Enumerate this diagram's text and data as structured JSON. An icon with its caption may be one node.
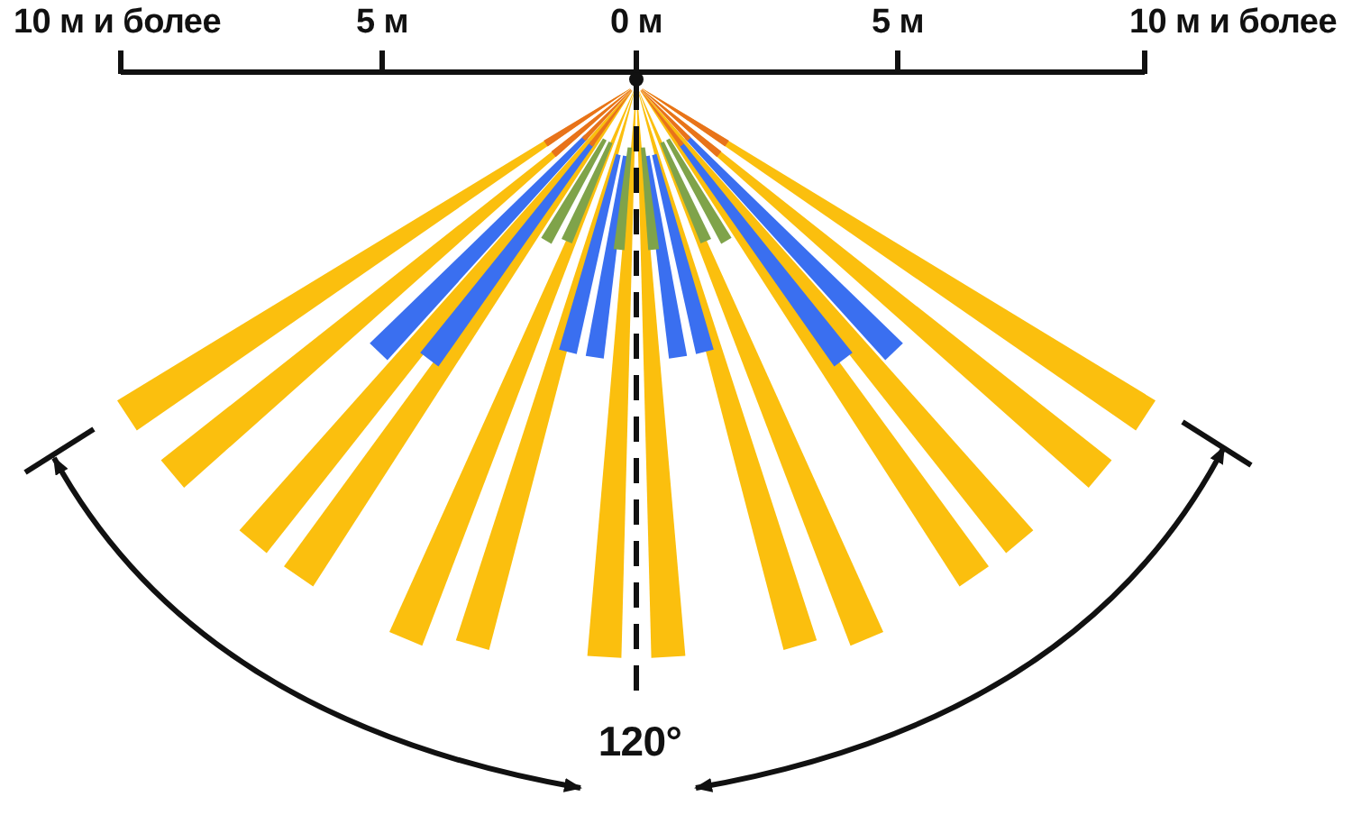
{
  "diagram": {
    "labels": [
      "10 м и более",
      "5 м",
      "0 м",
      "5 м",
      "10 м и более",
      "120°"
    ]
  }
}
